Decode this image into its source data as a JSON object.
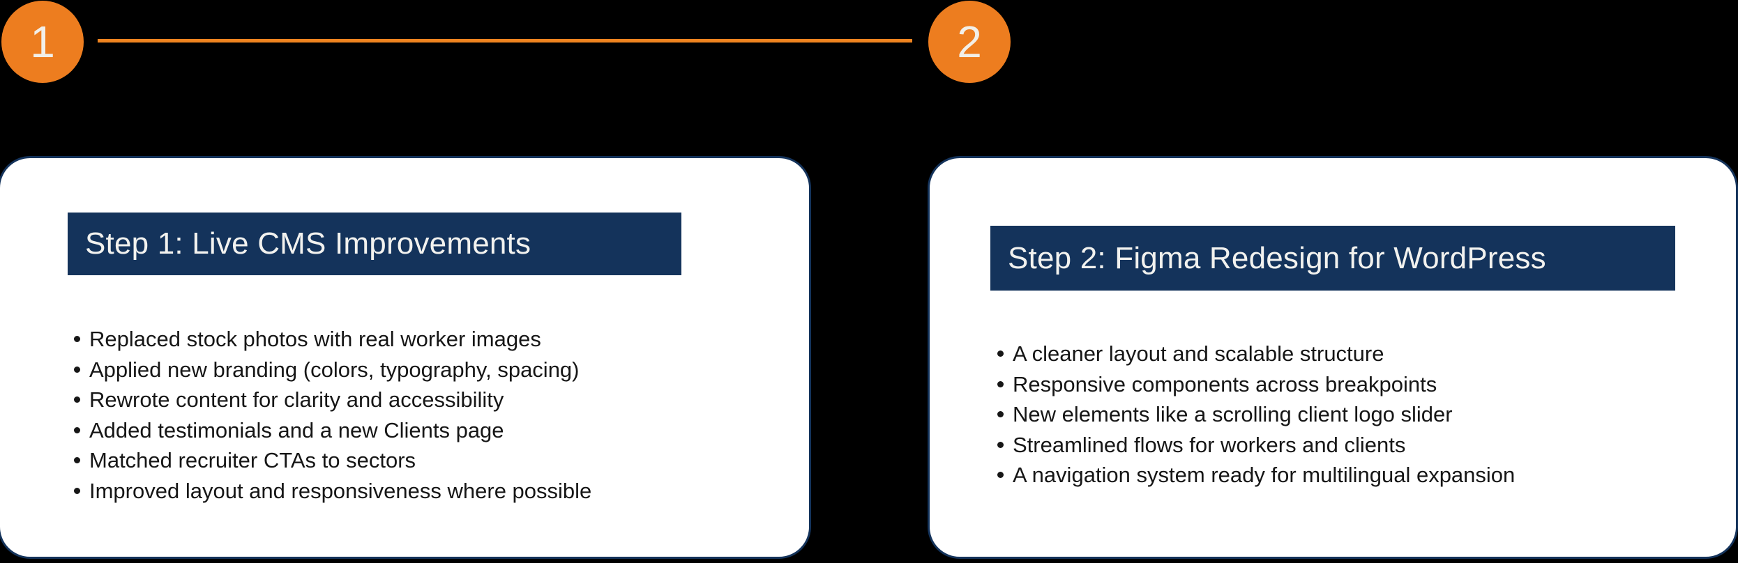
{
  "colors": {
    "background": "#000000",
    "marker_orange": "#ED7D1F",
    "connector_orange": "#EF8420",
    "navy": "#14335B",
    "card_background": "#FFFFFF",
    "header_text": "#F2F2EF",
    "body_text": "#161616",
    "marker_number_text": "#F2EFE8"
  },
  "timeline": {
    "markers": [
      {
        "label": "1"
      },
      {
        "label": "2"
      }
    ]
  },
  "cards": [
    {
      "header": "Step 1: Live CMS Improvements",
      "bullets": [
        "Replaced stock photos with real worker images",
        "Applied new branding (colors, typography, spacing)",
        "Rewrote content for clarity and accessibility",
        "Added testimonials and a new Clients page",
        "Matched recruiter CTAs to sectors",
        "Improved layout and responsiveness where possible"
      ]
    },
    {
      "header": "Step 2: Figma Redesign for WordPress",
      "bullets": [
        "A cleaner layout and scalable structure",
        "Responsive components across breakpoints",
        "New elements like a scrolling client logo slider",
        "Streamlined flows for workers and clients",
        "A navigation system ready for multilingual expansion"
      ]
    }
  ]
}
